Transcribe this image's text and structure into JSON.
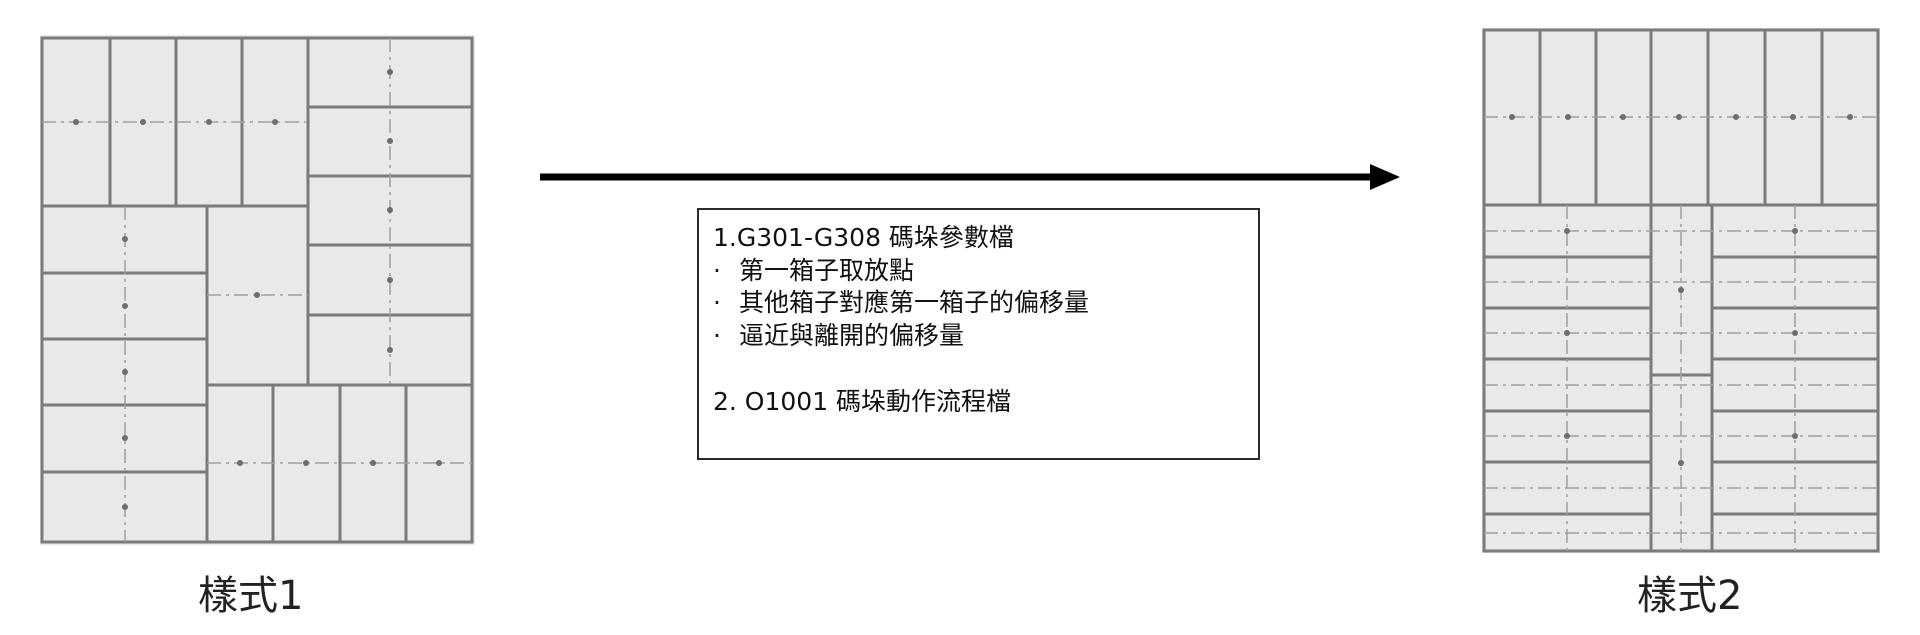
{
  "diagram": {
    "info_box": {
      "title": "1.G301-G308 碼垛參數檔",
      "bullets": [
        {
          "dot": "·",
          "text": "第一箱子取放點"
        },
        {
          "dot": "·",
          "text": "其他箱子對應第一箱子的偏移量"
        },
        {
          "dot": "·",
          "text": "逼近與離開的偏移量"
        }
      ],
      "footer": "2. O1001 碼垛動作流程檔"
    },
    "captions": {
      "left": "樣式1",
      "right": "樣式2"
    },
    "colors": {
      "pallet_fill": "#e9e9ec",
      "box_line": "#7b7b7b",
      "arrow": "#000000"
    }
  }
}
